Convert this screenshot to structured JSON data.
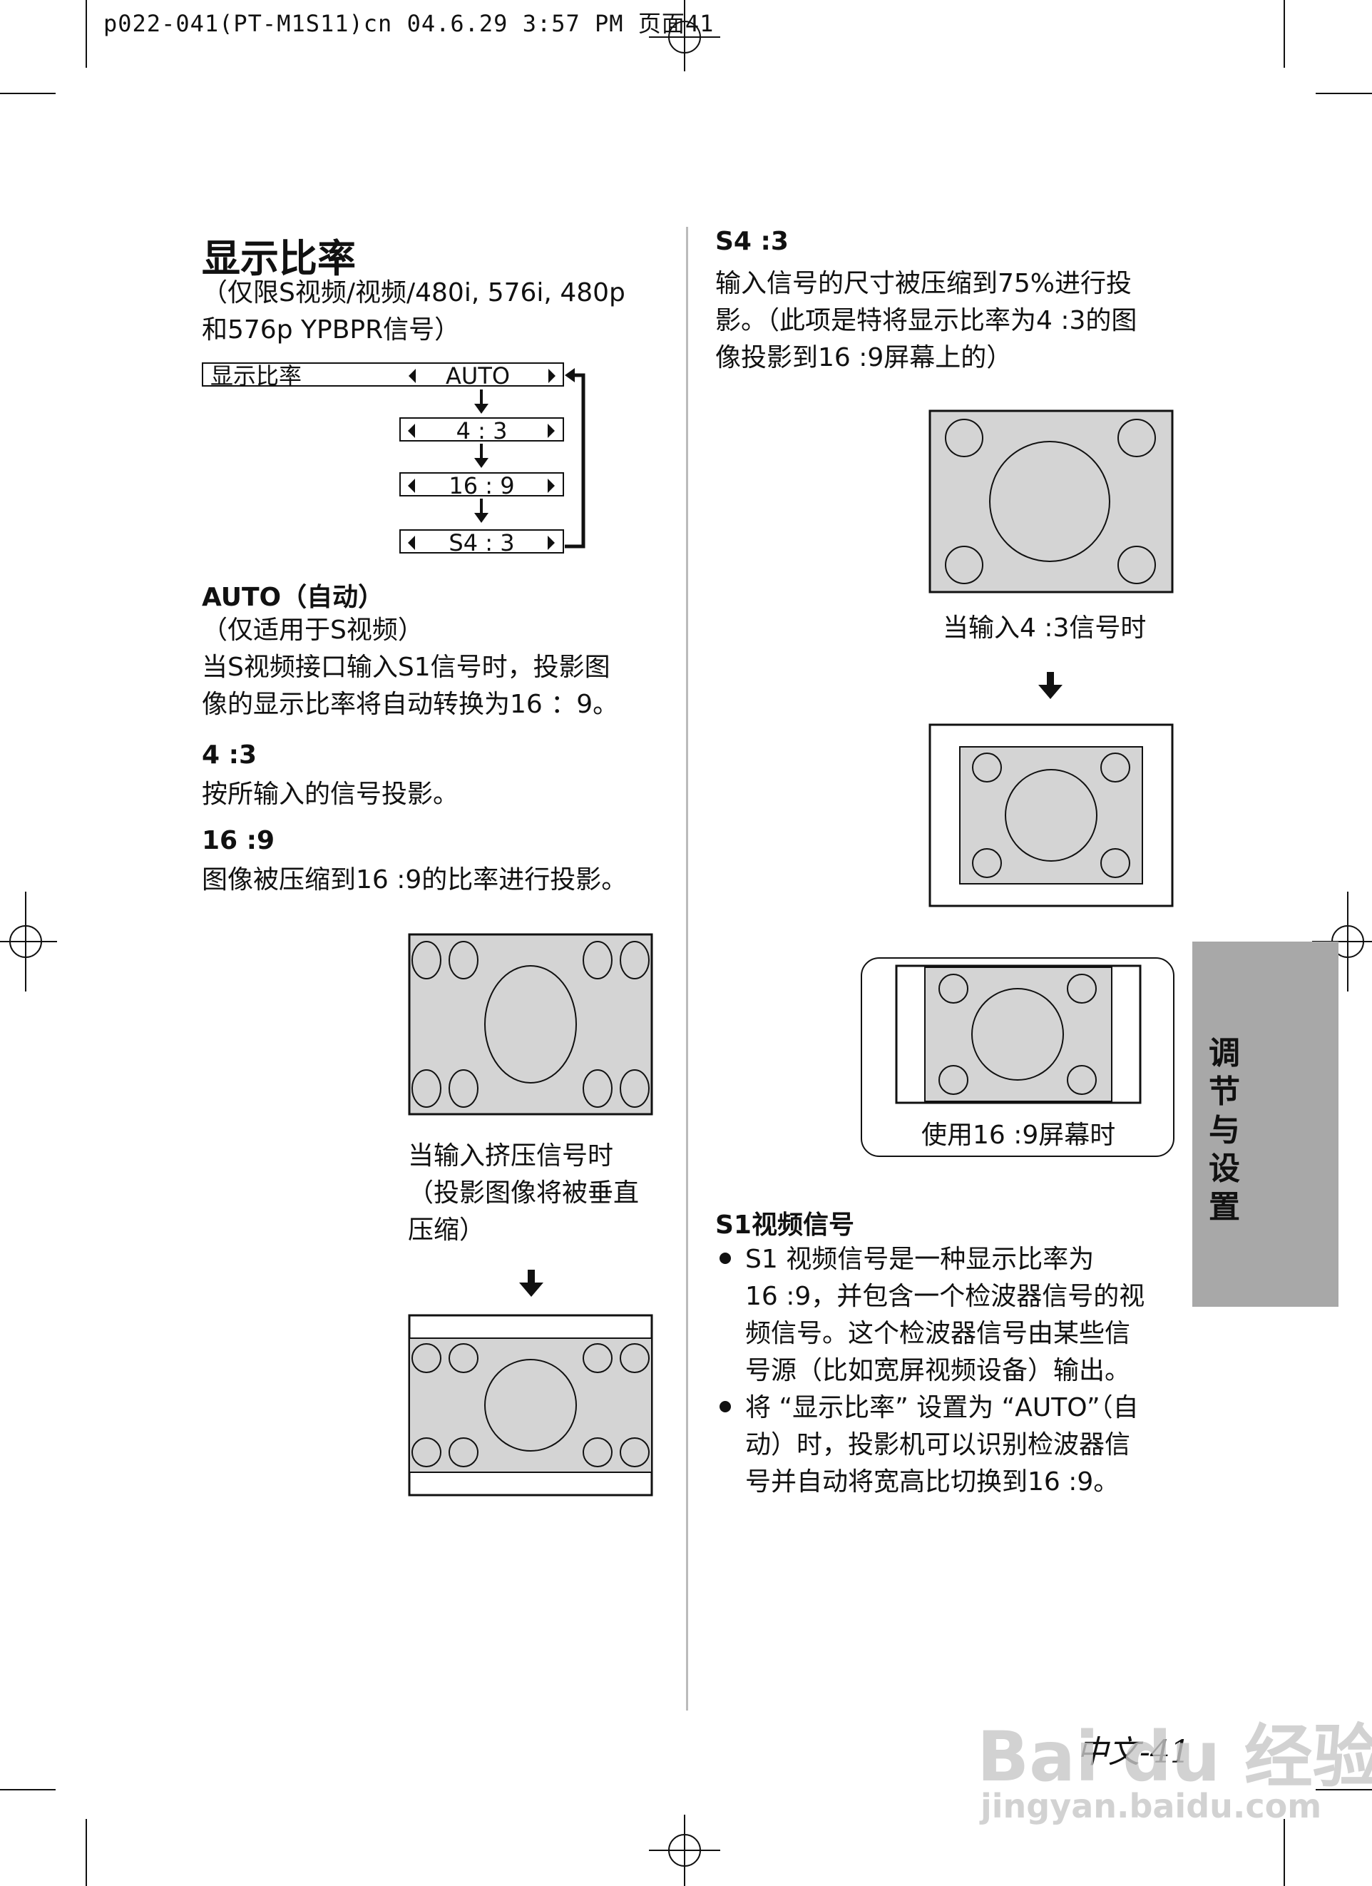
{
  "header": {
    "line": "p022-041(PT-M1S11)cn 04.6.29 3:57 PM 页面41"
  },
  "left": {
    "title": "显示比率",
    "subtitle_lines": [
      "（仅限S视频/视频/480i, 576i, 480p",
      "和576p YPBPR信号）"
    ],
    "menu": {
      "label": "显示比率",
      "options": [
        "AUTO",
        "4 : 3",
        "16 : 9",
        "S4 : 3"
      ]
    },
    "sections": [
      {
        "heading": "AUTO（自动）",
        "lines": [
          "（仅适用于S视频）",
          "当S视频接口输入S1信号时，投影图",
          "像的显示比率将自动转换为16 ：9。"
        ]
      },
      {
        "heading": "4 :3",
        "lines": [
          "按所输入的信号投影。"
        ]
      },
      {
        "heading": "16 :9",
        "lines": [
          "图像被压缩到16 :9的比率进行投影。"
        ]
      }
    ],
    "caption_squeeze": [
      "当输入挤压信号时",
      "（投影图像将被垂直",
      "压缩）"
    ]
  },
  "right": {
    "heading_s43": "S4 :3",
    "s43_lines": [
      "输入信号的尺寸被压缩到75%进行投",
      "影。（此项是特将显示比率为4 :3的图",
      "像投影到16 :9屏幕上的）"
    ],
    "caption_43": "当输入4 :3信号时",
    "caption_169_screen": "使用16 :9屏幕时",
    "s1_heading": "S1视频信号",
    "bullets": [
      [
        "S1 视频信号是一种显示比率为",
        "16 :9，并包含一个检波器信号的视",
        "频信号。这个检波器信号由某些信",
        "号源（比如宽屏视频设备）输出。"
      ],
      [
        "将 “显示比率” 设置为 “AUTO”（自",
        "动）时，投影机可以识别检波器信",
        "号并自动将宽高比切换到16 :9。"
      ]
    ]
  },
  "side_tab": {
    "text": "调节与设置"
  },
  "footer": {
    "page": "中文-41"
  },
  "watermark": {
    "brand": "Bai du 经验",
    "url": "jingyan.baidu.com"
  },
  "colors": {
    "gray_fill": "#d4d4d4",
    "tab_gray": "#a8a8a8",
    "ink": "#111111"
  }
}
